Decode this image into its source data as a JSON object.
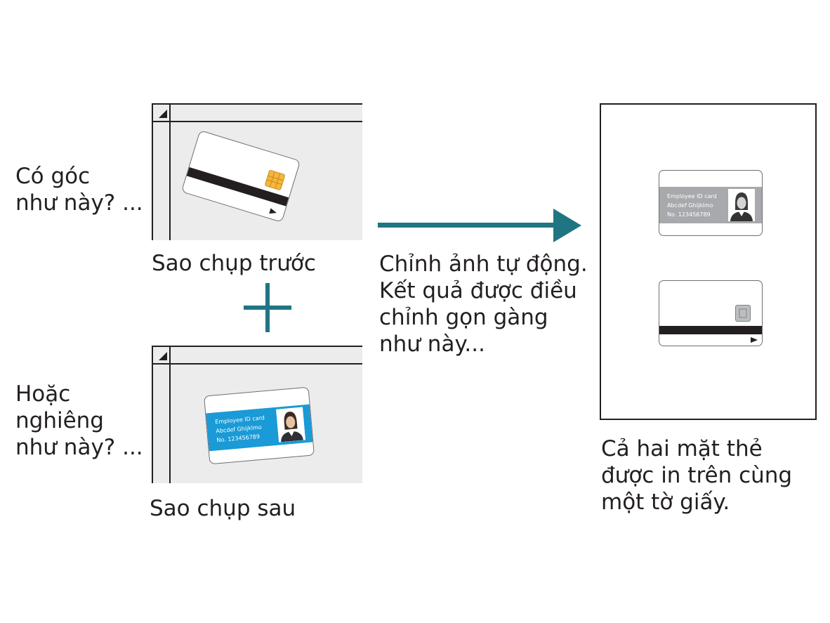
{
  "left_question_1": [
    "Có góc",
    "như này? ..."
  ],
  "left_question_2": [
    "Hoặc",
    "nghiêng",
    "như này? ..."
  ],
  "caption_front": "Sao chụp trước",
  "caption_back": "Sao chụp sau",
  "arrow_caption": [
    "Chỉnh ảnh tự động.",
    "Kết quả được điều",
    "chỉnh gọn gàng",
    "như này..."
  ],
  "result_caption": [
    "Cả hai mặt thẻ",
    "được in trên cùng",
    "một tờ giấy."
  ],
  "id_card": {
    "line1": "Employee ID card",
    "line2": "Abcdef Ghijklmo",
    "line3": "No. 123456789"
  },
  "colors": {
    "arrow": "#1f7582",
    "id_blue": "#1a9ad6",
    "id_gray": "#a7a9ac",
    "chip_gold": "#f4b63c"
  },
  "icons": {
    "plus": "plus-icon",
    "arrow": "arrow-right-icon",
    "chip": "chip-icon",
    "person": "person-photo-icon"
  }
}
